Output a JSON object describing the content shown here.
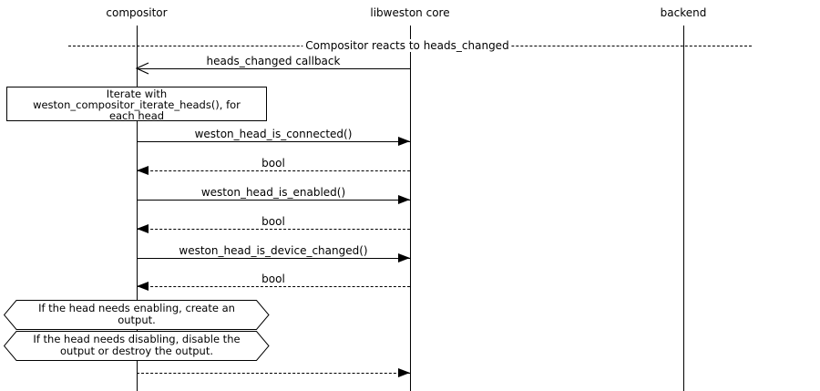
{
  "participants": [
    {
      "name": "compositor"
    },
    {
      "name": "libweston core"
    },
    {
      "name": "backend"
    }
  ],
  "divider": {
    "label": "Compositor reacts to heads_changed"
  },
  "messages": [
    {
      "label": "heads_changed callback",
      "from": "libweston core",
      "to": "compositor",
      "line": "solid",
      "arrowhead": "open"
    },
    {
      "label": "weston_head_is_connected()",
      "from": "compositor",
      "to": "libweston core",
      "line": "solid",
      "arrowhead": "filled"
    },
    {
      "label": "bool",
      "from": "libweston core",
      "to": "compositor",
      "line": "dotted",
      "arrowhead": "filled"
    },
    {
      "label": "weston_head_is_enabled()",
      "from": "compositor",
      "to": "libweston core",
      "line": "solid",
      "arrowhead": "filled"
    },
    {
      "label": "bool",
      "from": "libweston core",
      "to": "compositor",
      "line": "dotted",
      "arrowhead": "filled"
    },
    {
      "label": "weston_head_is_device_changed()",
      "from": "compositor",
      "to": "libweston core",
      "line": "solid",
      "arrowhead": "filled"
    },
    {
      "label": "bool",
      "from": "libweston core",
      "to": "compositor",
      "line": "dotted",
      "arrowhead": "filled"
    },
    {
      "label": "",
      "from": "compositor",
      "to": "libweston core",
      "line": "dotted",
      "arrowhead": "filled"
    }
  ],
  "notes": {
    "iterate": {
      "lines": [
        "Iterate with",
        "weston_compositor_iterate_heads(), for",
        "each head"
      ]
    },
    "enable": {
      "lines": [
        "If the head needs enabling, create an",
        "output."
      ]
    },
    "disable": {
      "lines": [
        "If the head needs disabling, disable the",
        "output or destroy the output."
      ]
    }
  },
  "colors": {
    "stroke": "#000000",
    "background": "#ffffff"
  }
}
